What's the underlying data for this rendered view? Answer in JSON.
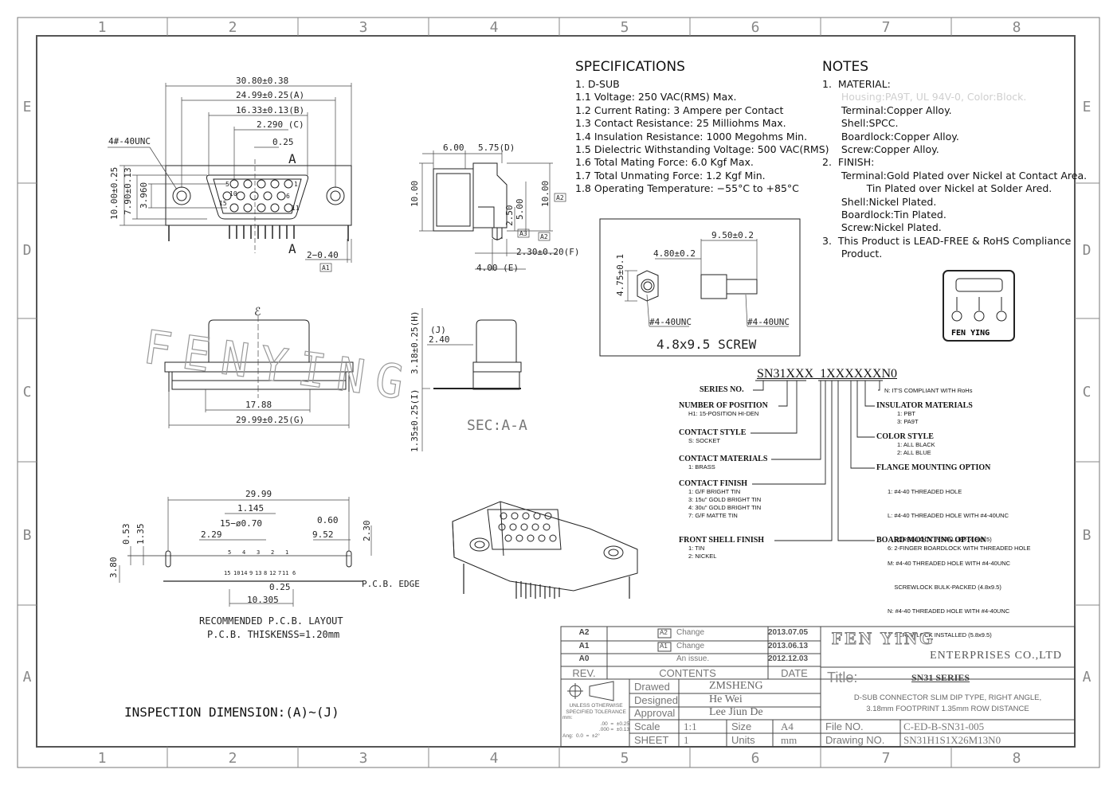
{
  "border": {
    "cols_top": [
      "1",
      "2",
      "3",
      "4",
      "5",
      "6",
      "7",
      "8"
    ],
    "rows_left": [
      "E",
      "D",
      "C",
      "B",
      "A"
    ]
  },
  "specs": {
    "title": "SPECIFICATIONS",
    "lines": [
      "1. D-SUB",
      "1.1 Voltage: 250 VAC(RMS) Max.",
      "1.2 Current Rating: 3 Ampere per Contact",
      "1.3 Contact Resistance: 25 Milliohms Max.",
      "1.4 Insulation Resistance: 1000 Megohms Min.",
      "1.5 Dielectric Withstanding Voltage: 500 VAC(RMS)",
      "1.6 Total Mating Force: 6.0 Kgf Max.",
      "1.7 Total Unmating Force: 1.2 Kgf Min.",
      "1.8 Operating Temperature: −55°C to +85°C"
    ]
  },
  "notes": {
    "title": "NOTES",
    "lines": [
      "1.  MATERIAL:",
      "      Housing:PA9T, UL 94V-0, Color:Block.",
      "      Terminal:Copper Alloy.",
      "      Shell:SPCC.",
      "      Boardlock:Copper Alloy.",
      "      Screw:Copper Alloy.",
      "2.  FINISH:",
      "      Terminal:Gold Plated over Nickel at Contact Area.",
      "              Tin Plated over Nickel at Solder Ared.",
      "      Shell:Nickel Plated.",
      "      Boardlock:Tin Plated.",
      "      Screw:Nickel Plated.",
      "3.  This Product is LEAD-FREE & RoHS Compliance",
      "      Product."
    ]
  },
  "screw": {
    "caption": "4.8x9.5 SCREW",
    "dims": [
      "9.50±0.2",
      "4.80±0.2",
      "4.75±0.1",
      "#4-40UNC",
      "#4-40UNC"
    ]
  },
  "logo": {
    "text": "FEN YING"
  },
  "top_view": {
    "dims": [
      "30.80±0.38",
      "24.99±0.25(A)",
      "16.33±0.13(B)",
      "2.290 (C)",
      "0.25",
      "A",
      "A",
      "4#-40UNC",
      "10.00±0.25",
      "7.90±0.13",
      "3.960",
      "2−0.40",
      "A1",
      "1",
      "5",
      "6",
      "10",
      "11",
      "15"
    ]
  },
  "side_view": {
    "dims": [
      "6.00",
      "5.75(D)",
      "10.00",
      "5.00",
      "2.50",
      "10.00",
      "A2",
      "A3",
      "A2",
      "2.30±0.20(F)",
      "4.00 (E)"
    ]
  },
  "front_view": {
    "dims": [
      "ℰ",
      "17.88",
      "29.99±0.25(G)"
    ]
  },
  "section": {
    "dims": [
      "3.18±0.25(H)",
      "(J)",
      "2.40",
      "1.35±0.25(I)"
    ],
    "label": "SEC:A-A"
  },
  "watermark": "FENYING",
  "pcb": {
    "dims": [
      "29.99",
      "1.145",
      "15−ø0.70",
      "0.60",
      "2.29",
      "9.52",
      "0.53",
      "1.35",
      "2.30",
      "3.80",
      "0.25",
      "10.305"
    ],
    "pins_top": [
      "5",
      "4",
      "3",
      "2",
      "1"
    ],
    "pins_bottom": [
      "15",
      "10",
      "14",
      "9",
      "13",
      "8",
      "12",
      "7",
      "11",
      "6"
    ],
    "edge_label": "P.C.B. EDGE",
    "title1": "RECOMMENDED P.C.B. LAYOUT",
    "title2": "P.C.B. THISKENSS=1.20mm"
  },
  "inspection": "INSPECTION DIMENSION:(A)~(J)",
  "part_number": {
    "code": "SN31XXX  1XXXXXXN0",
    "left": [
      {
        "title": "SERIES NO.",
        "items": []
      },
      {
        "title": "NUMBER OF POSITION",
        "items": [
          "H1: 15-POSITION HI-DEN"
        ]
      },
      {
        "title": "CONTACT STYLE",
        "items": [
          "S: SOCKET"
        ]
      },
      {
        "title": "CONTACT MATERIALS",
        "items": [
          "1: BRASS"
        ]
      },
      {
        "title": "CONTACT FINISH",
        "items": [
          "1: G/F BRIGHT TIN",
          "3: 15u\" GOLD BRIGHT TIN",
          "4: 30u\" GOLD BRIGHT TIN",
          "7: G/F MATTE TIN"
        ]
      },
      {
        "title": "FRONT SHELL FINISH",
        "items": [
          "1: TIN",
          "2: NICKEL"
        ]
      }
    ],
    "right": [
      {
        "title": "N: IT'S COMPLIANT WITH RoHs",
        "items": []
      },
      {
        "title": "INSULATOR MATERIALS",
        "items": [
          "1: PBT",
          "3: PA9T"
        ]
      },
      {
        "title": "COLOR STYLE",
        "items": [
          "1: ALL BLACK",
          "2: ALL BLUE"
        ]
      },
      {
        "title": "FLANGE MOUNTING OPTION",
        "items": [
          "1: #4-40 THREADED HOLE",
          "L: #4-40 THREADED HOLE WITH #4-40UNC",
          "    SCREWLOCK INSTALLED (4.8x9.5)",
          "M: #4-40 THREADED HOLE WITH #4-40UNC",
          "    SCREWLOCK BULK-PACKED (4.8x9.5)",
          "N: #4-40 THREADED HOLE WITH #4-40UNC",
          "    SCREWLOCK INSTALLED (5.8x9.5)"
        ]
      },
      {
        "title": "BOARD MOUNTING OPTION",
        "items": [
          "6: 2-FINGER BOARDLOCK WITH THREADED HOLE"
        ]
      }
    ]
  },
  "title_block": {
    "revisions": [
      {
        "rev": "A2",
        "tag": "A2",
        "content": "Change",
        "date": "2013.07.05"
      },
      {
        "rev": "A1",
        "tag": "A1",
        "content": "Change",
        "date": "2013.06.13"
      },
      {
        "rev": "A0",
        "tag": "",
        "content": "An issue.",
        "date": "2012.12.03"
      }
    ],
    "header": {
      "rev": "REV.",
      "contents": "CONTENTS",
      "date": "DATE"
    },
    "tolerance": [
      "UNLESS OTHERWISE",
      "SPECIFIED TOLERANCE",
      "mm:",
      ".00  =  ±0.25",
      ".000 =  ±0.13",
      "Ang:  0.0  =  ±2°"
    ],
    "drawn_label": "Drawed",
    "drawn": "ZMSHENG",
    "designed_label": "Designed",
    "designed": "He Wei",
    "approval_label": "Approval",
    "approval": "Lee Jiun De",
    "scale_label": "Scale",
    "scale": "1:1",
    "size_label": "Size",
    "size": "A4",
    "sheet_label": "SHEET",
    "sheet": "1",
    "units_label": "Units",
    "units": "mm",
    "company": "FEN YING",
    "company_sub": "ENTERPRISES CO.,LTD",
    "title_label": "Title:",
    "title_series": "SN31 SERIES",
    "desc1": "D-SUB CONNECTOR  SLIM DIP TYPE, RIGHT ANGLE,",
    "desc2": "3.18mm FOOTPRINT 1.35mm ROW DISTANCE",
    "file_label": "File NO.",
    "file": "C-ED-B-SN31-005",
    "drawing_label": "Drawing NO.",
    "drawing": "SN31H1S1X26M13N0"
  }
}
